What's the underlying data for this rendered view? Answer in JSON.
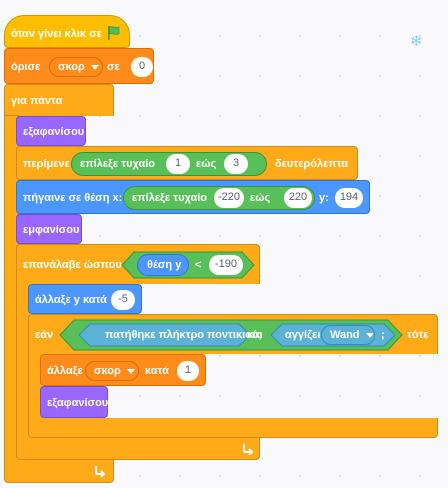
{
  "hat": {
    "label": "όταν γίνει κλικ σε",
    "flag": "green-flag-icon"
  },
  "set_var": {
    "label": "όρισε",
    "variable": "σκορ",
    "to_label": "σε",
    "value": "0"
  },
  "forever": {
    "label": "για πάντα"
  },
  "hide1": {
    "label": "εξαφανίσου"
  },
  "wait": {
    "label": "περίμενε",
    "random_label": "επίλεξε τυχαίο",
    "from": "1",
    "to_label": "εώς",
    "to": "3",
    "unit": "δευτερόλεπτα"
  },
  "goto": {
    "label": "πήγαινε σε θέση x:",
    "random_label": "επίλεξε τυχαίο",
    "from": "-220",
    "to_label": "εώς",
    "to": "220",
    "y_label": "y:",
    "y_value": "194"
  },
  "show": {
    "label": "εμφανίσου"
  },
  "repeat_until": {
    "label": "επανάλαβε ώσπου",
    "reporter": "θέση y",
    "op": "<",
    "value": "-190"
  },
  "change_y": {
    "label": "άλλαξε y κατά",
    "value": "-5"
  },
  "if": {
    "label": "εάν",
    "mouse_label": "πατήθηκε πλήκτρο ποντικιού;",
    "and_label": "και",
    "touching_label": "αγγίζει",
    "touching_target": "Wand",
    "semicolon": ";",
    "then_label": "τότε"
  },
  "change_var": {
    "label": "άλλαξε",
    "variable": "σκορ",
    "by_label": "κατά",
    "value": "1"
  },
  "hide2": {
    "label": "εξαφανίσου"
  },
  "icons": {
    "snowflake": "snowflake-icon",
    "loop_arrow": "loop-arrow-icon"
  }
}
